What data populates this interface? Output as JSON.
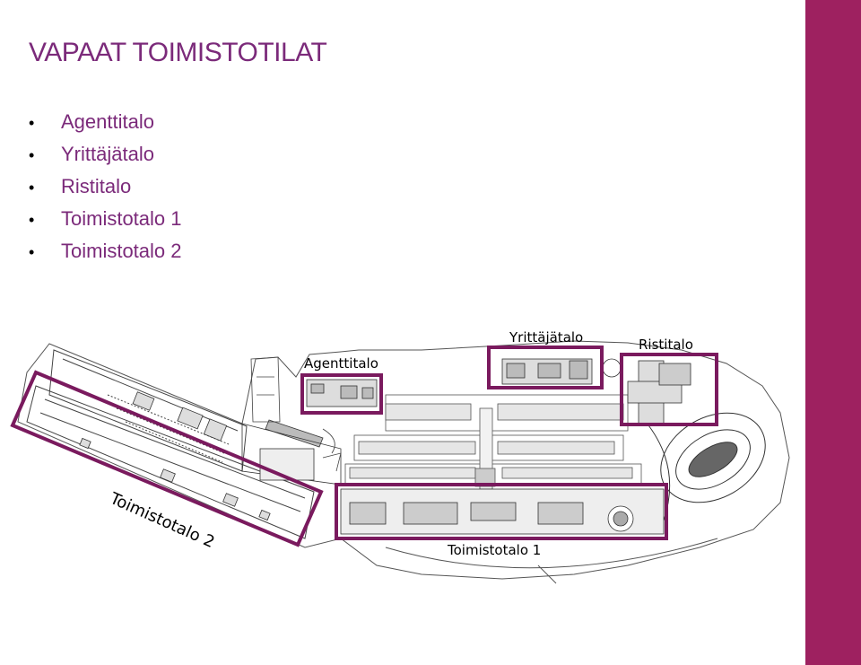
{
  "title": "VAPAAT TOIMISTOTILAT",
  "bullets": [
    {
      "label": "Agenttitalo"
    },
    {
      "label": "Yrittäjätalo"
    },
    {
      "label": "Ristitalo"
    },
    {
      "label": "Toimistotalo 1"
    },
    {
      "label": "Toimistotalo 2"
    }
  ],
  "plan_labels": {
    "agenttitalo": "Agenttitalo",
    "yrittajatalo": "Yrittäjätalo",
    "ristitalo": "Ristitalo",
    "toimistotalo1": "Toimistotalo 1",
    "toimistotalo2": "Toimistotalo 2"
  },
  "colors": {
    "accent_bar": "#9e2160",
    "highlight_box": "#7a1a5e",
    "title_text": "#7b2a7a"
  }
}
